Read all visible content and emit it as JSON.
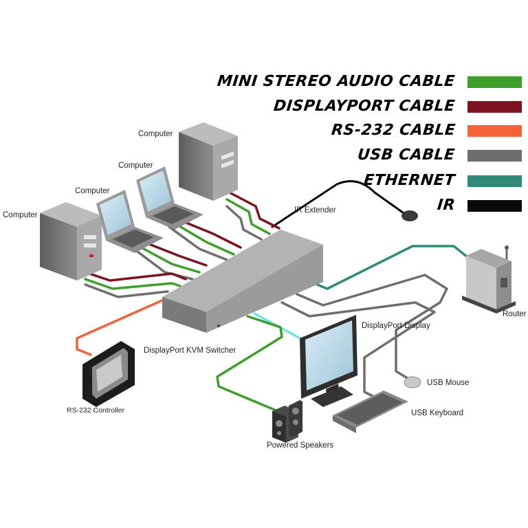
{
  "legend": [
    {
      "label": "MINI STEREO AUDIO CABLE",
      "color": "#3e9e2a"
    },
    {
      "label": "DISPLAYPORT CABLE",
      "color": "#7d1320"
    },
    {
      "label": "RS-232 CABLE",
      "color": "#f4623a"
    },
    {
      "label": "USB CABLE",
      "color": "#6e6e6e"
    },
    {
      "label": "ETHERNET",
      "color": "#2f8a78"
    },
    {
      "label": "IR",
      "color": "#0a0a0a"
    }
  ],
  "devices": {
    "computer_tower_right": "Computer",
    "laptop_right": "Computer",
    "laptop_left": "Computer",
    "computer_tower_left": "Computer",
    "ir_extender": "IR Extender",
    "kvm_switcher": "DisplayPort KVM Switcher",
    "display": "DisplayPort Display",
    "router": "Router",
    "usb_mouse": "USB Mouse",
    "usb_keyboard": "USB Keyboard",
    "rs232_controller": "RS-232 Controller",
    "speakers": "Powered Speakers"
  },
  "colors": {
    "usb_highlight": "#6fe3ee",
    "device_gray": "#8c8c8c"
  }
}
